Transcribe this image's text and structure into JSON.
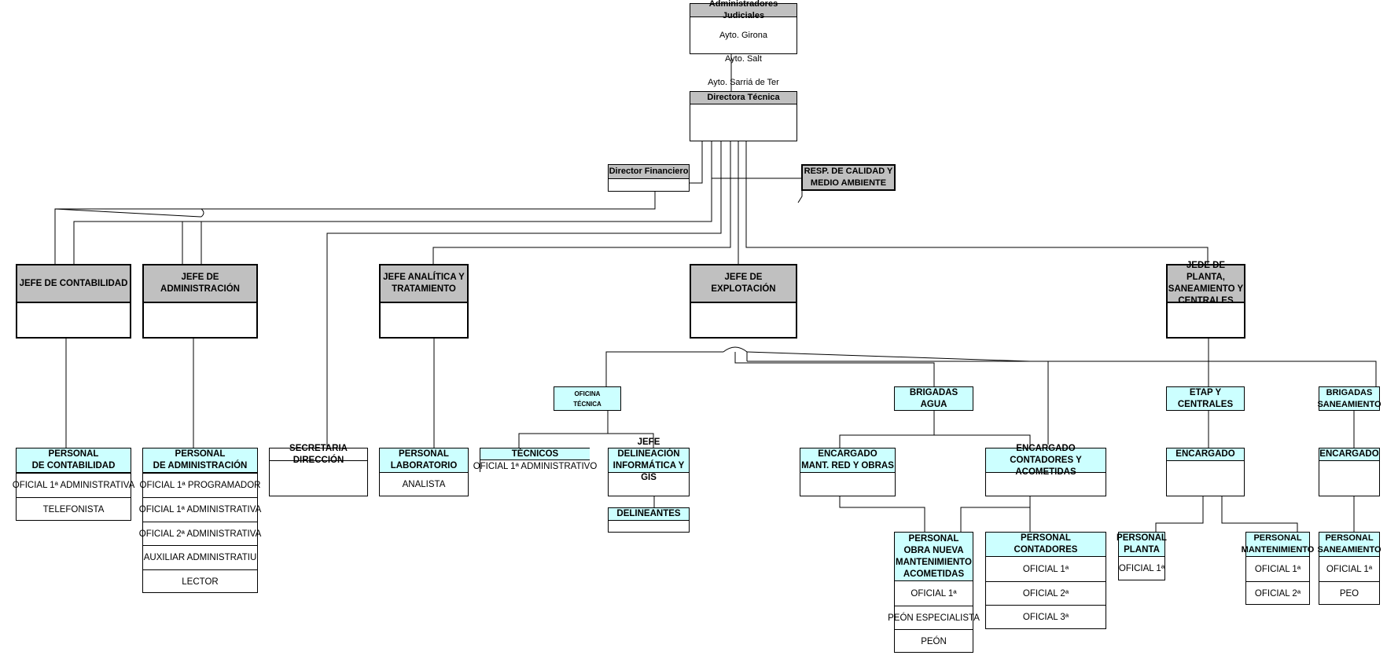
{
  "top": {
    "title": "Administradores Judiciales",
    "lines": [
      "Ayto. Girona",
      "Ayto. Salt",
      "Ayto. Sarriá de Ter"
    ]
  },
  "directora": {
    "title": "Directora Técnica"
  },
  "financiero": {
    "title": "Director Financiero"
  },
  "calidad": {
    "title": "RESP. DE CALIDAD Y\nMEDIO AMBIENTE"
  },
  "jefes": {
    "contabilidad": "JEFE DE CONTABILIDAD",
    "administracion": "JEFE DE ADMINISTRACIÓN",
    "analitica": "JEFE ANALÍTICA Y\nTRATAMIENTO",
    "explotacion": "JEFE DE EXPLOTACIÓN",
    "planta": "JEDE DE PLANTA,\nSANEAMIENTO Y\nCENTRALES"
  },
  "personal_contabilidad": {
    "title": "PERSONAL\nDE CONTABILIDAD",
    "rows": [
      "OFICIAL 1ª ADMINISTRATIVA",
      "TELEFONISTA"
    ]
  },
  "personal_administracion": {
    "title": "PERSONAL\nDE ADMINISTRACIÓN",
    "rows": [
      "OFICIAL 1ª PROGRAMADOR",
      "OFICIAL 1ª ADMINISTRATIVA",
      "OFICIAL 2ª ADMINISTRATIVA",
      "AUXILIAR ADMINISTRATIU",
      "LECTOR"
    ]
  },
  "secretaria": {
    "title": "SECRETARIA DIRECCIÓN"
  },
  "laboratorio": {
    "title": "PERSONAL\nLABORATORIO",
    "rows": [
      "ANALISTA"
    ]
  },
  "oficina": {
    "title": "OFICINA\nTÉCNICA"
  },
  "tecnicos": {
    "title": "TÉCNICOS",
    "rows": [
      "OFICIAL 1ª ADMINISTRATIVO"
    ]
  },
  "delineacion": {
    "title": "JEFE DELINEACIÓN\nINFORMÁTICA Y GIS"
  },
  "delineantes": {
    "title": "DELINEANTES"
  },
  "brigadas_agua": {
    "title": "BRIGADAS\nAGUA"
  },
  "encargado_red": {
    "title": "ENCARGADO\nMANT. RED Y  OBRAS"
  },
  "encargado_contadores": {
    "title": "ENCARGADO\nCONTADORES Y ACOMETIDAS"
  },
  "personal_obra": {
    "title": "PERSONAL\nOBRA NUEVA",
    "subtitle": "MANTENIMIENTO\nACOMETIDAS",
    "rows": [
      "OFICIAL 1ª",
      "PEÓN ESPECIALISTA",
      "PEÓN"
    ]
  },
  "personal_contadores": {
    "title": "PERSONAL\nCONTADORES",
    "rows": [
      "OFICIAL 1ª",
      "OFICIAL 2ª",
      "OFICIAL 3ª"
    ]
  },
  "etap": {
    "title": "ETAP Y\nCENTRALES"
  },
  "encargado_etap": {
    "title": "ENCARGADO"
  },
  "personal_planta": {
    "title": "PERSONAL\nPLANTA",
    "rows": [
      "OFICIAL 1ª"
    ]
  },
  "personal_mantenimiento": {
    "title": "PERSONAL\nMANTENIMIENTO",
    "rows": [
      "OFICIAL 1ª",
      "OFICIAL 2ª"
    ]
  },
  "brigadas_saneamiento": {
    "title": "BRIGADAS\nSANEAMIENTO"
  },
  "encargado_saneamiento": {
    "title": "ENCARGADO"
  },
  "personal_saneamiento": {
    "title": "PERSONAL\nSANEAMIENTO",
    "rows": [
      "OFICIAL 1ª",
      "PEO"
    ]
  }
}
